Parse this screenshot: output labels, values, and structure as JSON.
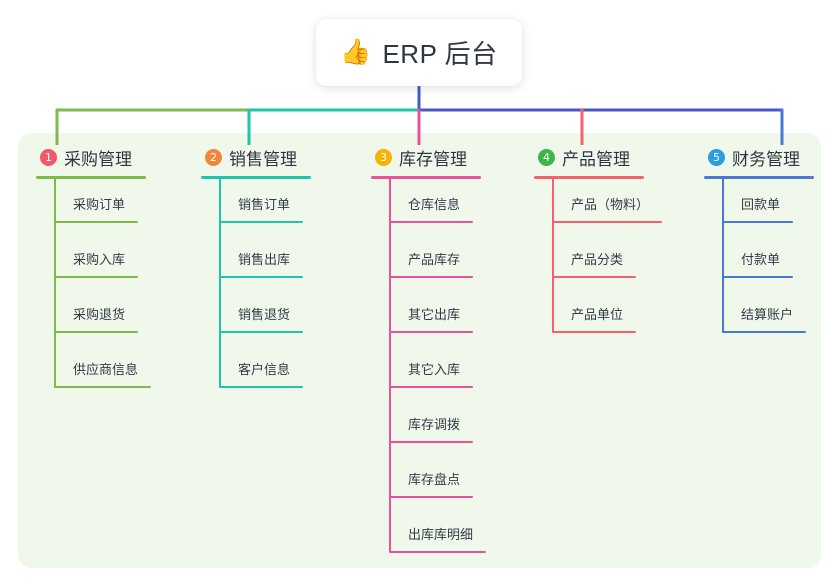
{
  "root": {
    "emoji": "👍",
    "emoji_name": "thumbs-up-icon",
    "title": "ERP 后台"
  },
  "colors": {
    "page_background": "#ffffff",
    "panel_background": "#f0f8ec",
    "text": "#2f3640",
    "root_stem": "#4a56c4",
    "green": "#7fba4c",
    "teal": "#1fc4ac",
    "pink": "#e8529a",
    "red": "#f4636b",
    "blue": "#4a78d4"
  },
  "columns": [
    {
      "index": "1",
      "title": "采购管理",
      "badge_color": "#f4576b",
      "line_color": "#7fba4c",
      "items": [
        "采购订单",
        "采购入库",
        "采购退货",
        "供应商信息"
      ]
    },
    {
      "index": "2",
      "title": "销售管理",
      "badge_color": "#f0883a",
      "line_color": "#1fc4ac",
      "items": [
        "销售订单",
        "销售出库",
        "销售退货",
        "客户信息"
      ]
    },
    {
      "index": "3",
      "title": "库存管理",
      "badge_color": "#f5b301",
      "line_color": "#e8529a",
      "items": [
        "仓库信息",
        "产品库存",
        "其它出库",
        "其它入库",
        "库存调拨",
        "库存盘点",
        "出库库明细"
      ]
    },
    {
      "index": "4",
      "title": "产品管理",
      "badge_color": "#3fb449",
      "line_color": "#f4636b",
      "items": [
        "产品（物料）",
        "产品分类",
        "产品单位"
      ]
    },
    {
      "index": "5",
      "title": "财务管理",
      "badge_color": "#2b9ee0",
      "line_color": "#4a78d4",
      "items": [
        "回款单",
        "付款单",
        "结算账户"
      ]
    }
  ]
}
